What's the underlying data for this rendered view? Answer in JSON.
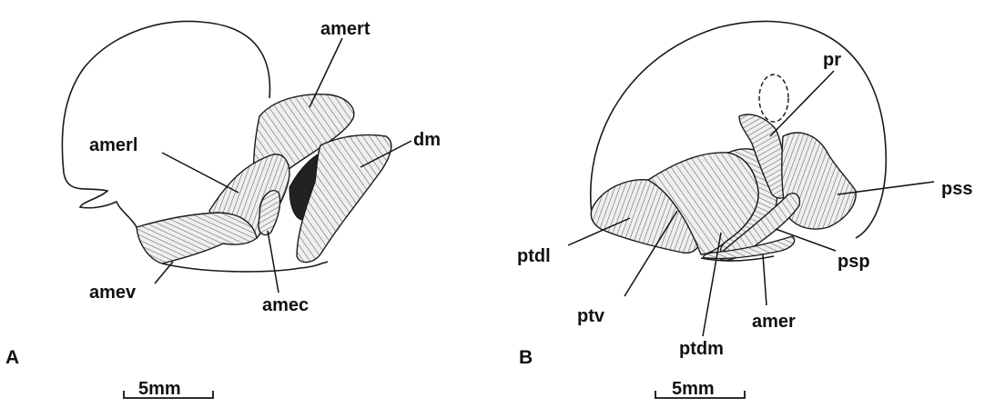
{
  "panels": [
    {
      "letter": "A",
      "scale_label": "5mm",
      "labels": {
        "amert": "amert",
        "amerl": "amerl",
        "dm": "dm",
        "amev": "amev",
        "amec": "amec"
      }
    },
    {
      "letter": "B",
      "scale_label": "5mm",
      "labels": {
        "pr": "pr",
        "pss": "pss",
        "ptdl": "ptdl",
        "psp": "psp",
        "ptv": "ptv",
        "amer": "amer",
        "ptdm": "ptdm"
      }
    }
  ]
}
